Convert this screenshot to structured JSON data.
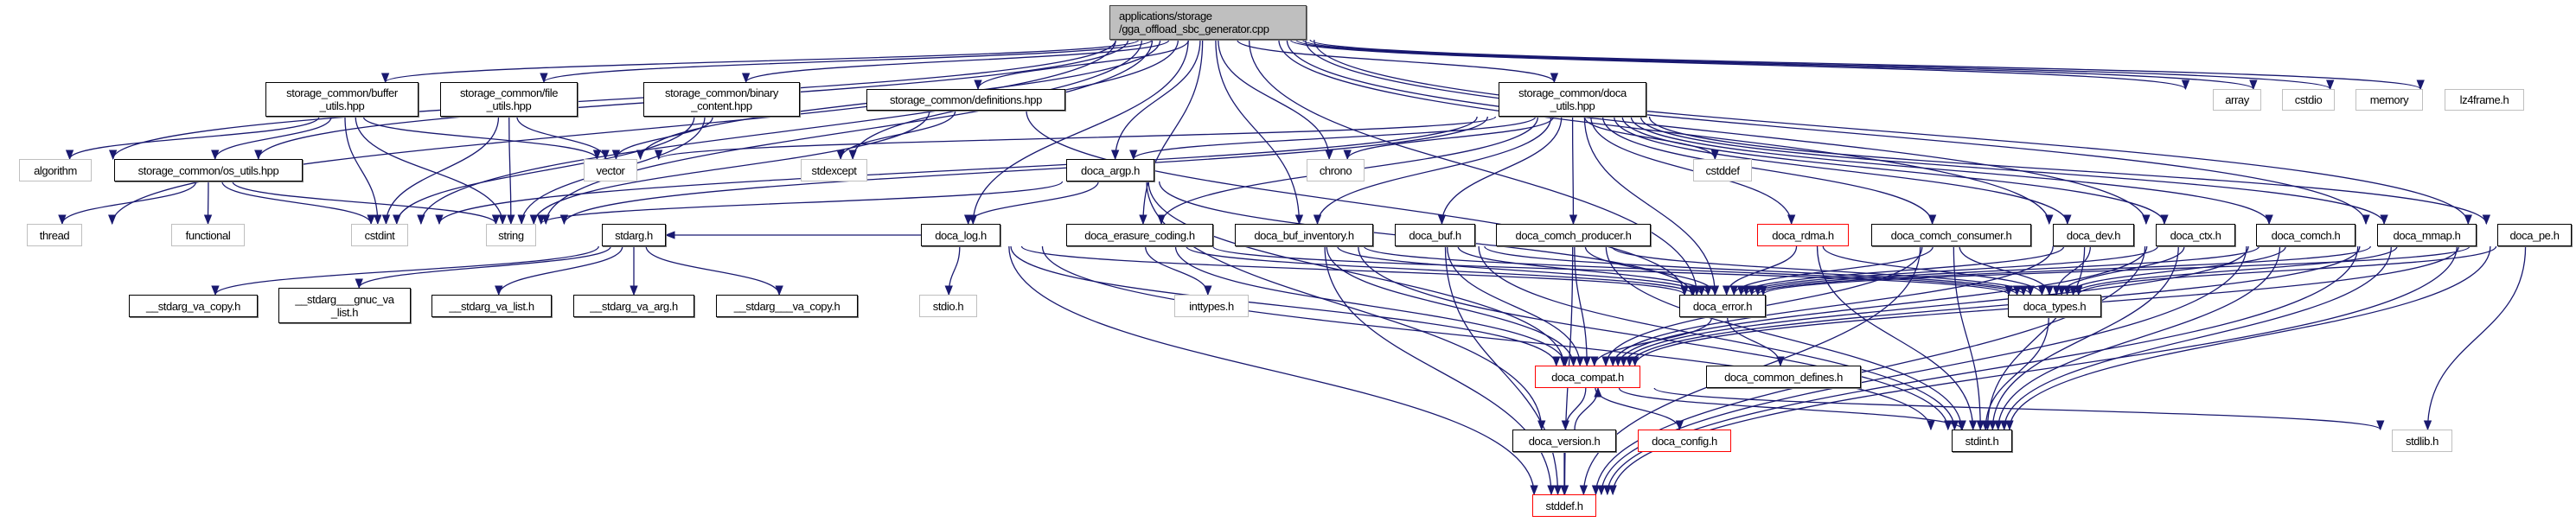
{
  "colors": {
    "edge": "#191970",
    "root_fill": "#bfbfbf",
    "truncated_border": "#ff0000",
    "external_border": "#bfbfbf",
    "documented_border": "#000000"
  },
  "nodes": [
    {
      "id": "root",
      "label": "applications/storage\n/gga_offload_sbc_generator.cpp",
      "kind": "root"
    },
    {
      "id": "buffer_utils",
      "label": "storage_common/buffer\n_utils.hpp",
      "kind": "doc"
    },
    {
      "id": "file_utils",
      "label": "storage_common/file\n_utils.hpp",
      "kind": "doc"
    },
    {
      "id": "binary_content",
      "label": "storage_common/binary\n_content.hpp",
      "kind": "doc"
    },
    {
      "id": "definitions",
      "label": "storage_common/definitions.hpp",
      "kind": "doc"
    },
    {
      "id": "doca_utils",
      "label": "storage_common/doca\n_utils.hpp",
      "kind": "doc"
    },
    {
      "id": "array",
      "label": "array",
      "kind": "ext"
    },
    {
      "id": "cstdio",
      "label": "cstdio",
      "kind": "ext"
    },
    {
      "id": "memory",
      "label": "memory",
      "kind": "ext"
    },
    {
      "id": "lz4frame",
      "label": "lz4frame.h",
      "kind": "ext"
    },
    {
      "id": "algorithm",
      "label": "algorithm",
      "kind": "ext"
    },
    {
      "id": "os_utils",
      "label": "storage_common/os_utils.hpp",
      "kind": "doc"
    },
    {
      "id": "vector",
      "label": "vector",
      "kind": "ext"
    },
    {
      "id": "stdexcept",
      "label": "stdexcept",
      "kind": "ext"
    },
    {
      "id": "doca_argp",
      "label": "doca_argp.h",
      "kind": "doc"
    },
    {
      "id": "chrono",
      "label": "chrono",
      "kind": "ext"
    },
    {
      "id": "cstddef",
      "label": "cstddef",
      "kind": "ext"
    },
    {
      "id": "thread",
      "label": "thread",
      "kind": "ext"
    },
    {
      "id": "functional",
      "label": "functional",
      "kind": "ext"
    },
    {
      "id": "cstdint",
      "label": "cstdint",
      "kind": "ext"
    },
    {
      "id": "string",
      "label": "string",
      "kind": "ext"
    },
    {
      "id": "stdarg",
      "label": "stdarg.h",
      "kind": "doc"
    },
    {
      "id": "doca_log",
      "label": "doca_log.h",
      "kind": "doc"
    },
    {
      "id": "erasure",
      "label": "doca_erasure_coding.h",
      "kind": "doc"
    },
    {
      "id": "buf_inventory",
      "label": "doca_buf_inventory.h",
      "kind": "doc"
    },
    {
      "id": "buf",
      "label": "doca_buf.h",
      "kind": "doc"
    },
    {
      "id": "comch_producer",
      "label": "doca_comch_producer.h",
      "kind": "doc"
    },
    {
      "id": "rdma",
      "label": "doca_rdma.h",
      "kind": "trunc"
    },
    {
      "id": "comch_consumer",
      "label": "doca_comch_consumer.h",
      "kind": "doc"
    },
    {
      "id": "dev",
      "label": "doca_dev.h",
      "kind": "doc"
    },
    {
      "id": "ctx",
      "label": "doca_ctx.h",
      "kind": "doc"
    },
    {
      "id": "comch",
      "label": "doca_comch.h",
      "kind": "doc"
    },
    {
      "id": "mmap",
      "label": "doca_mmap.h",
      "kind": "doc"
    },
    {
      "id": "pe",
      "label": "doca_pe.h",
      "kind": "doc"
    },
    {
      "id": "va_copy",
      "label": "__stdarg_va_copy.h",
      "kind": "doc"
    },
    {
      "id": "gnuc_va_list",
      "label": "__stdarg___gnuc_va\n_list.h",
      "kind": "doc"
    },
    {
      "id": "va_list",
      "label": "__stdarg_va_list.h",
      "kind": "doc"
    },
    {
      "id": "va_arg",
      "label": "__stdarg_va_arg.h",
      "kind": "doc"
    },
    {
      "id": "__va_copy",
      "label": "__stdarg___va_copy.h",
      "kind": "doc"
    },
    {
      "id": "stdio",
      "label": "stdio.h",
      "kind": "ext"
    },
    {
      "id": "inttypes",
      "label": "inttypes.h",
      "kind": "ext"
    },
    {
      "id": "error",
      "label": "doca_error.h",
      "kind": "doc"
    },
    {
      "id": "types",
      "label": "doca_types.h",
      "kind": "doc"
    },
    {
      "id": "compat",
      "label": "doca_compat.h",
      "kind": "trunc"
    },
    {
      "id": "common_defines",
      "label": "doca_common_defines.h",
      "kind": "doc"
    },
    {
      "id": "version",
      "label": "doca_version.h",
      "kind": "doc"
    },
    {
      "id": "config",
      "label": "doca_config.h",
      "kind": "trunc"
    },
    {
      "id": "stdint",
      "label": "stdint.h",
      "kind": "doc"
    },
    {
      "id": "stdlib",
      "label": "stdlib.h",
      "kind": "ext"
    },
    {
      "id": "stddef",
      "label": "stddef.h",
      "kind": "trunc"
    }
  ],
  "edges": [
    [
      "root",
      "algorithm"
    ],
    [
      "root",
      "thread"
    ],
    [
      "root",
      "os_utils"
    ],
    [
      "root",
      "buffer_utils"
    ],
    [
      "root",
      "file_utils"
    ],
    [
      "root",
      "binary_content"
    ],
    [
      "root",
      "cstdint"
    ],
    [
      "root",
      "vector"
    ],
    [
      "root",
      "stdexcept"
    ],
    [
      "root",
      "definitions"
    ],
    [
      "root",
      "string"
    ],
    [
      "root",
      "doca_argp"
    ],
    [
      "root",
      "doca_log"
    ],
    [
      "root",
      "erasure"
    ],
    [
      "root",
      "buf_inventory"
    ],
    [
      "root",
      "chrono"
    ],
    [
      "root",
      "doca_utils"
    ],
    [
      "root",
      "error"
    ],
    [
      "root",
      "dev"
    ],
    [
      "root",
      "ctx"
    ],
    [
      "root",
      "mmap"
    ],
    [
      "root",
      "pe"
    ],
    [
      "root",
      "array"
    ],
    [
      "root",
      "cstdio"
    ],
    [
      "root",
      "memory"
    ],
    [
      "root",
      "lz4frame"
    ],
    [
      "buffer_utils",
      "algorithm"
    ],
    [
      "buffer_utils",
      "os_utils"
    ],
    [
      "buffer_utils",
      "cstdint"
    ],
    [
      "buffer_utils",
      "string"
    ],
    [
      "buffer_utils",
      "vector"
    ],
    [
      "file_utils",
      "cstdint"
    ],
    [
      "file_utils",
      "string"
    ],
    [
      "file_utils",
      "vector"
    ],
    [
      "binary_content",
      "vector"
    ],
    [
      "binary_content",
      "cstdint"
    ],
    [
      "binary_content",
      "string"
    ],
    [
      "os_utils",
      "thread"
    ],
    [
      "os_utils",
      "functional"
    ],
    [
      "os_utils",
      "cstdint"
    ],
    [
      "os_utils",
      "string"
    ],
    [
      "definitions",
      "stdexcept"
    ],
    [
      "definitions",
      "string"
    ],
    [
      "definitions",
      "error"
    ],
    [
      "doca_utils",
      "vector"
    ],
    [
      "doca_utils",
      "doca_argp"
    ],
    [
      "doca_utils",
      "chrono"
    ],
    [
      "doca_utils",
      "cstddef"
    ],
    [
      "doca_utils",
      "string"
    ],
    [
      "doca_utils",
      "erasure"
    ],
    [
      "doca_utils",
      "buf_inventory"
    ],
    [
      "doca_utils",
      "buf"
    ],
    [
      "doca_utils",
      "comch_producer"
    ],
    [
      "doca_utils",
      "rdma"
    ],
    [
      "doca_utils",
      "comch_consumer"
    ],
    [
      "doca_utils",
      "dev"
    ],
    [
      "doca_utils",
      "ctx"
    ],
    [
      "doca_utils",
      "comch"
    ],
    [
      "doca_utils",
      "mmap"
    ],
    [
      "doca_utils",
      "pe"
    ],
    [
      "doca_utils",
      "error"
    ],
    [
      "doca_utils",
      "cstdint"
    ],
    [
      "doca_argp",
      "doca_log"
    ],
    [
      "doca_argp",
      "compat"
    ],
    [
      "doca_argp",
      "error"
    ],
    [
      "doca_argp",
      "string"
    ],
    [
      "doca_argp",
      "version"
    ],
    [
      "doca_log",
      "stdarg"
    ],
    [
      "doca_log",
      "stdio"
    ],
    [
      "doca_log",
      "stdint"
    ],
    [
      "doca_log",
      "stddef"
    ],
    [
      "doca_log",
      "compat"
    ],
    [
      "doca_log",
      "error"
    ],
    [
      "stdarg",
      "va_copy"
    ],
    [
      "stdarg",
      "gnuc_va_list"
    ],
    [
      "stdarg",
      "va_list"
    ],
    [
      "stdarg",
      "va_arg"
    ],
    [
      "stdarg",
      "__va_copy"
    ],
    [
      "erasure",
      "inttypes"
    ],
    [
      "erasure",
      "compat"
    ],
    [
      "erasure",
      "error"
    ],
    [
      "erasure",
      "types"
    ],
    [
      "buf_inventory",
      "compat"
    ],
    [
      "buf_inventory",
      "error"
    ],
    [
      "buf_inventory",
      "types"
    ],
    [
      "buf_inventory",
      "stddef"
    ],
    [
      "buf_inventory",
      "stdint"
    ],
    [
      "buf",
      "compat"
    ],
    [
      "buf",
      "error"
    ],
    [
      "buf",
      "types"
    ],
    [
      "buf",
      "stddef"
    ],
    [
      "buf",
      "stdint"
    ],
    [
      "comch_producer",
      "compat"
    ],
    [
      "comch_producer",
      "error"
    ],
    [
      "comch_producer",
      "types"
    ],
    [
      "comch_producer",
      "stddef"
    ],
    [
      "comch_producer",
      "stdint"
    ],
    [
      "rdma",
      "error"
    ],
    [
      "rdma",
      "types"
    ],
    [
      "rdma",
      "stdint"
    ],
    [
      "comch_consumer",
      "error"
    ],
    [
      "comch_consumer",
      "types"
    ],
    [
      "comch_consumer",
      "stdint"
    ],
    [
      "comch_consumer",
      "stddef"
    ],
    [
      "comch_consumer",
      "compat"
    ],
    [
      "dev",
      "error"
    ],
    [
      "dev",
      "types"
    ],
    [
      "dev",
      "compat"
    ],
    [
      "dev",
      "stdint"
    ],
    [
      "ctx",
      "error"
    ],
    [
      "ctx",
      "types"
    ],
    [
      "ctx",
      "compat"
    ],
    [
      "ctx",
      "stdint"
    ],
    [
      "ctx",
      "stddef"
    ],
    [
      "comch",
      "error"
    ],
    [
      "comch",
      "types"
    ],
    [
      "comch",
      "compat"
    ],
    [
      "comch",
      "stdint"
    ],
    [
      "comch",
      "stddef"
    ],
    [
      "mmap",
      "error"
    ],
    [
      "mmap",
      "types"
    ],
    [
      "mmap",
      "compat"
    ],
    [
      "mmap",
      "stdint"
    ],
    [
      "mmap",
      "stddef"
    ],
    [
      "pe",
      "error"
    ],
    [
      "pe",
      "types"
    ],
    [
      "pe",
      "compat"
    ],
    [
      "pe",
      "stdint"
    ],
    [
      "pe",
      "stdlib"
    ],
    [
      "pe",
      "stddef"
    ],
    [
      "error",
      "compat"
    ],
    [
      "error",
      "common_defines"
    ],
    [
      "types",
      "stdint"
    ],
    [
      "compat",
      "version"
    ],
    [
      "compat",
      "config"
    ],
    [
      "compat",
      "stdint"
    ],
    [
      "compat",
      "stdlib"
    ],
    [
      "version",
      "compat"
    ],
    [
      "version",
      "stddef"
    ]
  ]
}
